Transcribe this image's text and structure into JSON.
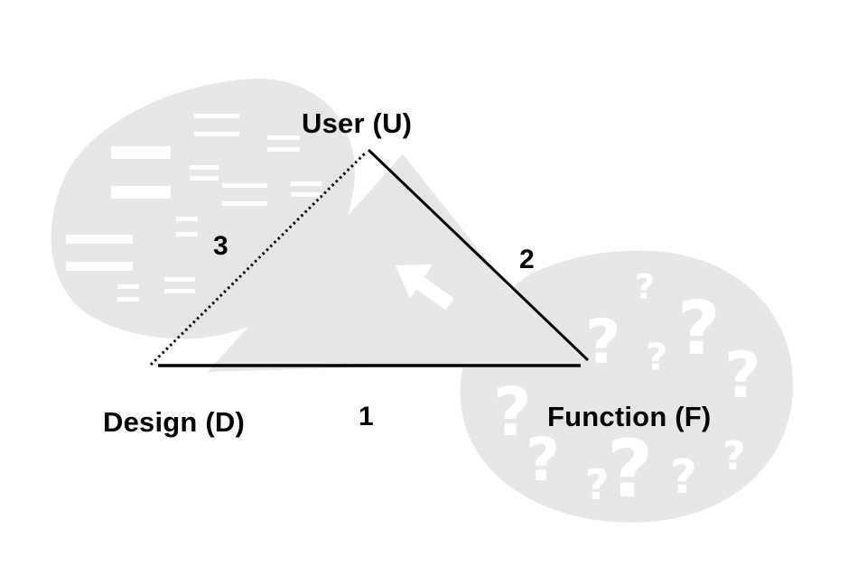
{
  "colors": {
    "blob": "#e6e6e6",
    "triangle_fill": "#e6e6e6",
    "text_marks": "#ffffff",
    "edge": "#000000"
  },
  "nodes": {
    "user": "User (U)",
    "design": "Design (D)",
    "function": "Function (F)"
  },
  "edges": {
    "design_function": "1",
    "user_function": "2",
    "design_user": "3"
  },
  "edge_styles": {
    "design_function": "solid",
    "user_function": "solid",
    "design_user": "dotted"
  },
  "icons": {
    "left_blob": "text-lines-icon",
    "right_blob": "question-marks-icon",
    "center": "arrow-icon"
  },
  "question_mark": "?"
}
